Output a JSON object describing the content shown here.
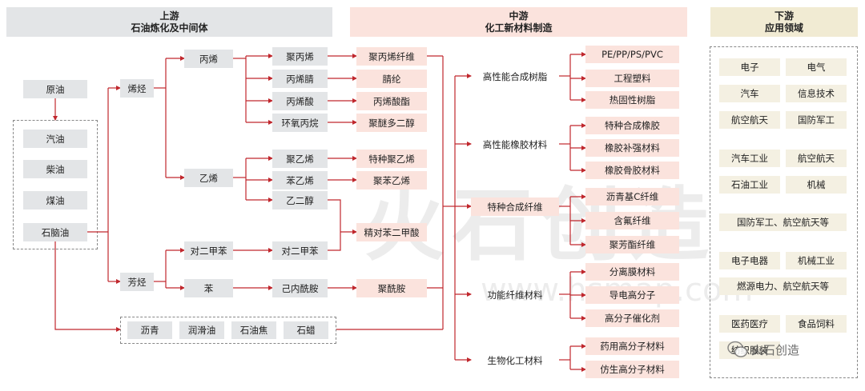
{
  "headers": {
    "upstream": {
      "title": "上游",
      "subtitle": "石油炼化及中间体"
    },
    "midstream": {
      "title": "中游",
      "subtitle": "化工新材料制造"
    },
    "downstream": {
      "title": "下游",
      "subtitle": "应用领域"
    }
  },
  "raw": {
    "crude": "原油"
  },
  "refined": {
    "gasoline": "汽油",
    "diesel": "柴油",
    "kerosene": "煤油",
    "naphtha": "石脑油"
  },
  "level1": {
    "olefins": "烯烃",
    "aromatics": "芳烃"
  },
  "level2": {
    "propylene": "丙烯",
    "ethylene": "乙烯",
    "px": "对二甲苯",
    "benzene": "苯"
  },
  "level3": {
    "polypropylene": "聚丙烯",
    "acrylonitrile": "丙烯腈",
    "acrylic_acid": "丙烯酸",
    "propylene_oxide": "环氧丙烷",
    "polyethylene": "聚乙烯",
    "styrene": "苯乙烯",
    "ethylene_glycol": "乙二醇",
    "px2": "对二甲苯",
    "caprolactam": "己内酰胺"
  },
  "level4": {
    "pp_fiber": "聚丙烯纤维",
    "acrylic_fiber": "腈纶",
    "acrylate": "丙烯酸酯",
    "polyether_polyol": "聚醚多二醇",
    "special_pe": "特种聚乙烯",
    "polystyrene": "聚苯乙烯",
    "pta": "精对苯二甲酸",
    "polyamide": "聚酰胺"
  },
  "byproducts": [
    "沥青",
    "润滑油",
    "石油焦",
    "石蜡"
  ],
  "categories": {
    "resin": "高性能合成树脂",
    "rubber": "高性能橡胶材料",
    "fiber": "特种合成纤维",
    "functional": "功能纤维材料",
    "bio": "生物化工材料"
  },
  "materials": {
    "resin": [
      "PE/PP/PS/PVC",
      "工程塑料",
      "热固性树脂"
    ],
    "rubber": [
      "特种合成橡胶",
      "橡胶补强材料",
      "橡胶骨胶材料"
    ],
    "fiber": [
      "沥青基C纤维",
      "含氟纤维",
      "聚芳酯纤维"
    ],
    "functional": [
      "分离膜材料",
      "导电高分子",
      "高分子催化剂"
    ],
    "bio": [
      "药用高分子材料",
      "仿生高分子材料"
    ]
  },
  "applications": [
    [
      "电子",
      "电气"
    ],
    [
      "汽车",
      "信息技术"
    ],
    [
      "航空航天",
      "国防军工"
    ],
    [
      "汽车工业",
      "航空航天"
    ],
    [
      "石油工业",
      "机械"
    ],
    [
      "国防军工、航空航天等"
    ],
    [
      "电子电器",
      "机械工业"
    ],
    [
      "燃源电力、航空航天等"
    ],
    [
      "医药医疗",
      "食品饲料"
    ],
    [
      "纺织服装"
    ]
  ],
  "watermark": {
    "cn": "火石创造",
    "url": "www.hsmap.com"
  },
  "wechat_label": "火石创造",
  "colors": {
    "arrow": "#c0272d",
    "header_gray": "#e3e5e7",
    "header_pink": "#fbe3dd",
    "header_yellow": "#f1ebd3",
    "box_gray": "#e3e5e7",
    "box_pink": "#fbe3dd"
  }
}
